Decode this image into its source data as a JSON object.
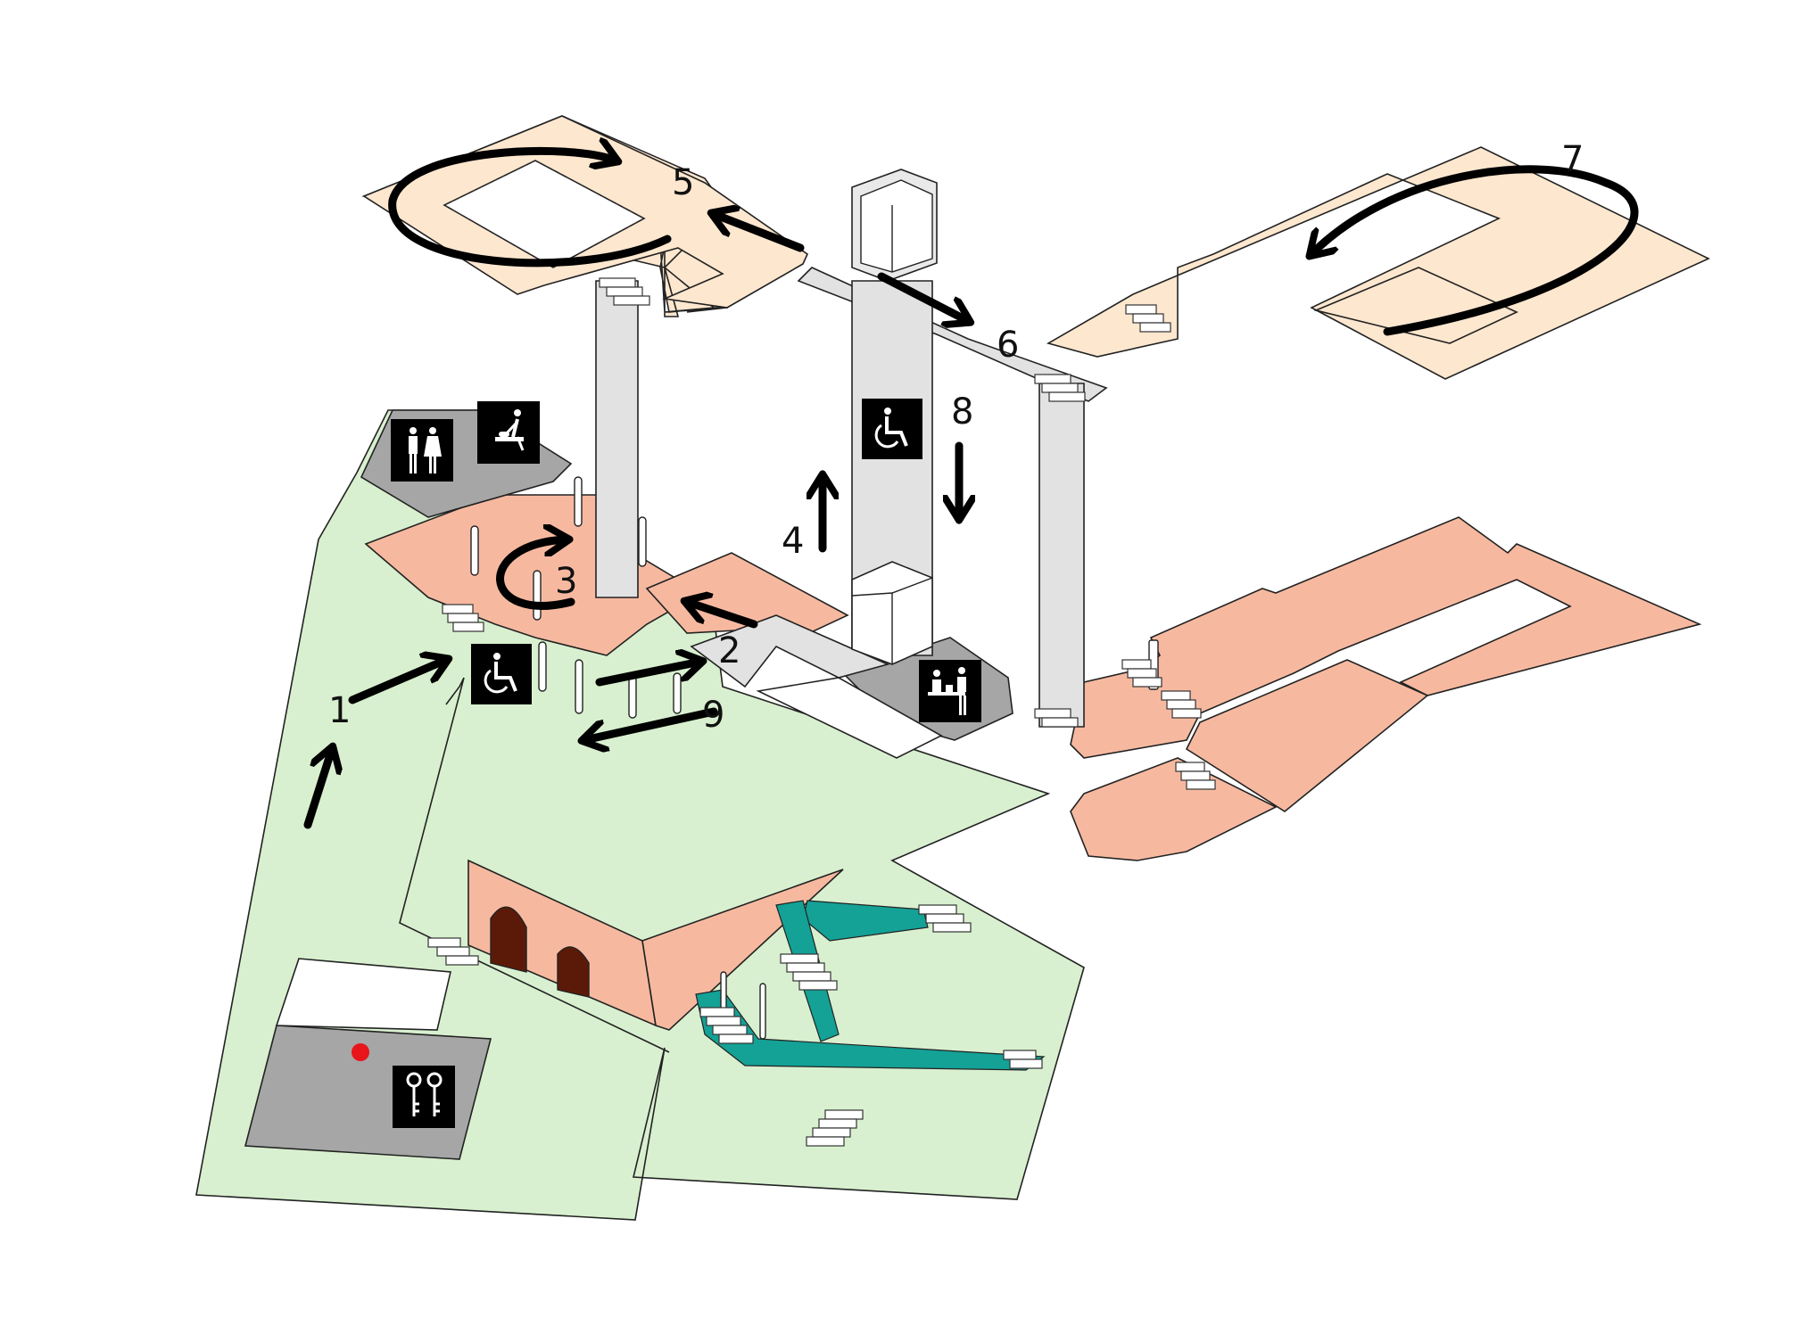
{
  "title": "",
  "colors": {
    "garden": "#d8f0cf",
    "upper_floor": "#fde7cf",
    "ground_floor": "#f6b9a0",
    "service_area": "#a6a6a6",
    "corridor": "#e2e2e2",
    "stair_ramp": "#14a196",
    "door": "#5b1a08",
    "marker": "#e8151a",
    "pictogram_bg": "#000000"
  },
  "route_steps": [
    "1",
    "2",
    "3",
    "4",
    "5",
    "6",
    "7",
    "8",
    "9"
  ],
  "pictograms": {
    "toilets": "toilet-men-women-icon",
    "baby_change": "baby-change-icon",
    "wheelchair_ground": "wheelchair-icon",
    "wheelchair_lift": "wheelchair-icon",
    "info_desk": "info-desk-icon",
    "keys": "keys-icon"
  },
  "markers": {
    "you_are_here": "red-dot"
  }
}
